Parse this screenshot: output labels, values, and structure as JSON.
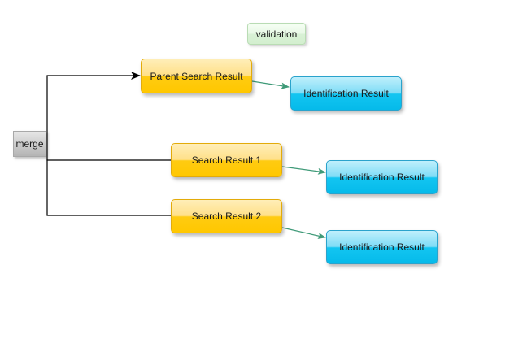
{
  "nodes": {
    "merge": "merge",
    "validation": "validation",
    "parent_search": "Parent Search Result",
    "parent_ident": "Identification Result",
    "search_1": "Search Result 1",
    "ident_1": "Identification Result",
    "search_2": "Search Result 2",
    "ident_2": "Identification Result"
  },
  "colors": {
    "merge_edge": "#000000",
    "link_edge": "#3f9a78"
  }
}
